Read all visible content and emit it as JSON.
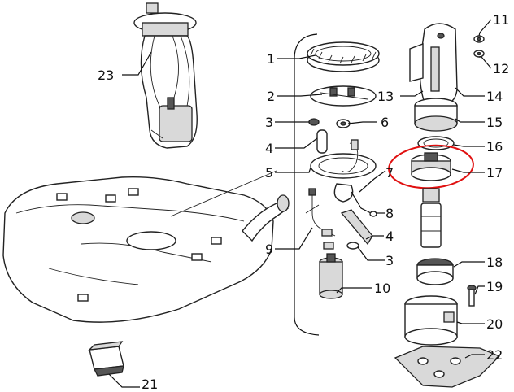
{
  "labels": {
    "l1": "1",
    "l2": "2",
    "l3a": "3",
    "l3b": "3",
    "l4a": "4",
    "l4b": "4",
    "l5": "5",
    "l6": "6",
    "l7": "7",
    "l8": "8",
    "l9": "9",
    "l10": "10",
    "l11": "11",
    "l12": "12",
    "l13": "13",
    "l14": "14",
    "l15": "15",
    "l16": "16",
    "l17": "17",
    "l18": "18",
    "l19": "19",
    "l20": "20",
    "l21": "21",
    "l22": "22",
    "l23": "23"
  },
  "highlight": {
    "color": "#e01010",
    "target": "17"
  }
}
